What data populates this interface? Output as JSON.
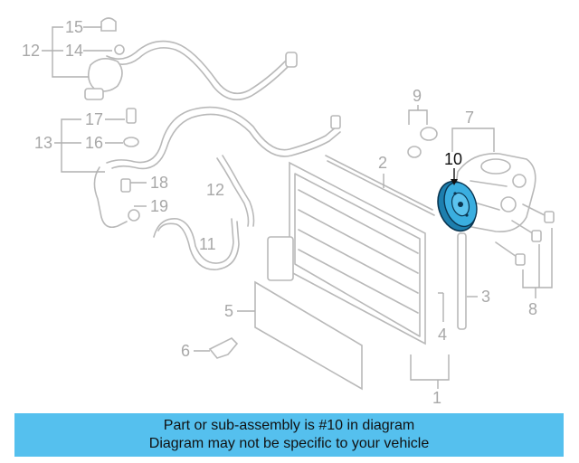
{
  "banner": {
    "line1": "Part or sub-assembly is #10 in diagram",
    "line2": "Diagram may not be specific to your vehicle"
  },
  "callouts": {
    "c1": "1",
    "c2": "2",
    "c3": "3",
    "c4": "4",
    "c5": "5",
    "c6": "6",
    "c7": "7",
    "c8": "8",
    "c9": "9",
    "c10": "10",
    "c11": "11",
    "c12a": "12",
    "c12b": "12",
    "c13": "13",
    "c14": "14",
    "c15": "15",
    "c16": "16",
    "c17": "17",
    "c18": "18",
    "c19": "19"
  },
  "highlight": {
    "part": "10",
    "color": "#3aaee0"
  }
}
